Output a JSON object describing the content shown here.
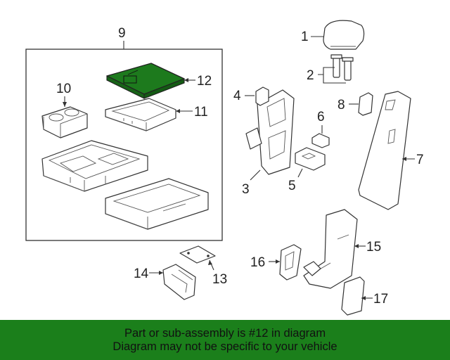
{
  "diagram": {
    "callouts": {
      "c1": "1",
      "c2": "2",
      "c3": "3",
      "c4": "4",
      "c5": "5",
      "c6": "6",
      "c7": "7",
      "c8": "8",
      "c9": "9",
      "c10": "10",
      "c11": "11",
      "c12": "12",
      "c13": "13",
      "c14": "14",
      "c15": "15",
      "c16": "16",
      "c17": "17"
    },
    "highlight_part": "12",
    "highlight_color": "#1d7a1d",
    "line_color": "#333333"
  },
  "banner": {
    "line1": "Part or sub-assembly is #12 in diagram",
    "line2": "Diagram may not be specific to your vehicle",
    "background": "#1b7f1b"
  }
}
